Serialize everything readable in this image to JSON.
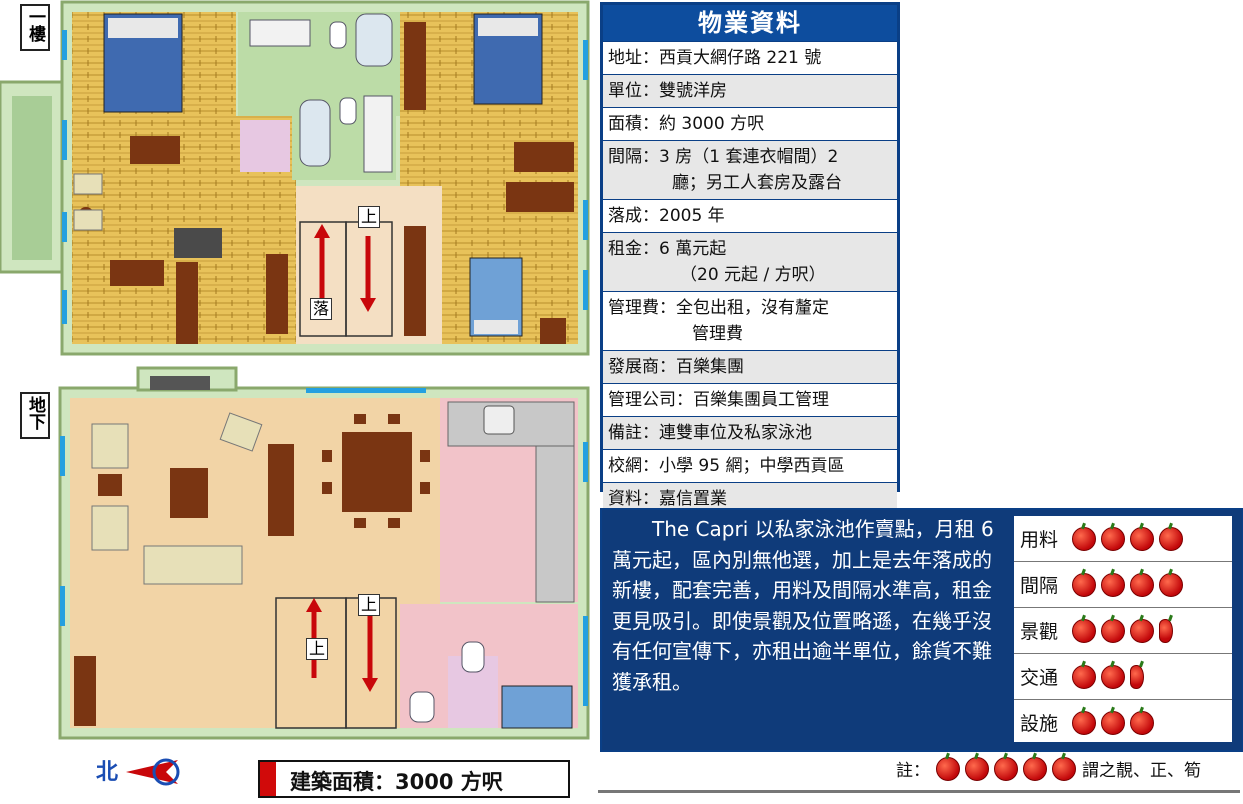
{
  "floors": {
    "upper": "一樓",
    "ground": "地下"
  },
  "plan_labels": {
    "up": "上",
    "down": "落"
  },
  "compass": {
    "north": "北"
  },
  "area": {
    "label": "建築面積：3000 方呎"
  },
  "property": {
    "title": "物業資料",
    "rows": [
      {
        "text": "地址：西貢大網仔路 221 號"
      },
      {
        "text": "單位：雙號洋房"
      },
      {
        "text": "面積：約 3000 方呎"
      },
      {
        "text": "間隔：3 房（1 套連衣帽間）2",
        "cont": "廳；另工人套房及露台"
      },
      {
        "text": "落成：2005 年"
      },
      {
        "text": "租金：6 萬元起",
        "cont": "（20 元起 / 方呎）"
      },
      {
        "text": "管理費：全包出租，沒有釐定",
        "cont": "管理費"
      },
      {
        "text": "發展商：百樂集團"
      },
      {
        "text": "管理公司：百樂集團員工管理"
      },
      {
        "text": "備註：連雙車位及私家泳池"
      },
      {
        "text": "校網：小學 95 網；中學西貢區"
      },
      {
        "text": "資料：嘉信置業"
      }
    ]
  },
  "review": {
    "text": "The Capri 以私家泳池作賣點，月租 6 萬元起，區內別無他選，加上是去年落成的新樓，配套完善，用料及間隔水準高，租金更見吸引。即使景觀及位置略遜，在幾乎沒有任何宣傳下，亦租出逾半單位，餘貨不難獲承租。",
    "ratings": [
      {
        "label": "用料",
        "score": 4
      },
      {
        "label": "間隔",
        "score": 4
      },
      {
        "label": "景觀",
        "score": 3.5
      },
      {
        "label": "交通",
        "score": 2.5
      },
      {
        "label": "設施",
        "score": 3
      }
    ]
  },
  "note": {
    "prefix": "註：",
    "suffix": "謂之靚、正、筍",
    "apple_count": 5
  },
  "colors": {
    "navy": "#0f3b7a",
    "title_blue": "#0d4d9e",
    "apple_red": "#d10a0a",
    "floor_green": "#d9ecc9"
  }
}
